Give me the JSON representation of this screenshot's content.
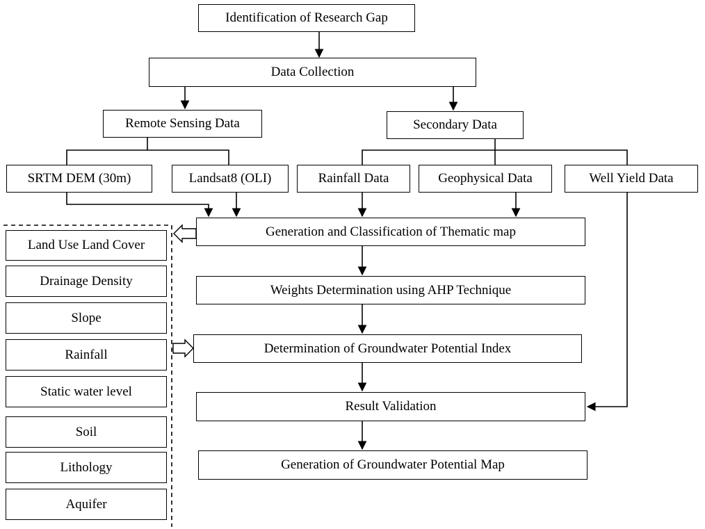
{
  "nodes": {
    "research_gap": "Identification of Research Gap",
    "data_collection": "Data Collection",
    "remote_sensing": "Remote Sensing Data",
    "secondary": "Secondary Data",
    "srtm": "SRTM DEM (30m)",
    "landsat": "Landsat8 (OLI)",
    "rainfall_data": "Rainfall Data",
    "geophysical": "Geophysical Data",
    "well_yield": "Well Yield Data",
    "thematic": "Generation and Classification of Thematic map",
    "weights": "Weights Determination using AHP Technique",
    "gwpi": "Determination of Groundwater Potential Index",
    "validation": "Result Validation",
    "gwp_map": "Generation of Groundwater Potential Map"
  },
  "thematic_layers": [
    "Land Use Land Cover",
    "Drainage Density",
    "Slope",
    "Rainfall",
    "Static water level",
    "Soil",
    "Lithology",
    "Aquifer"
  ]
}
